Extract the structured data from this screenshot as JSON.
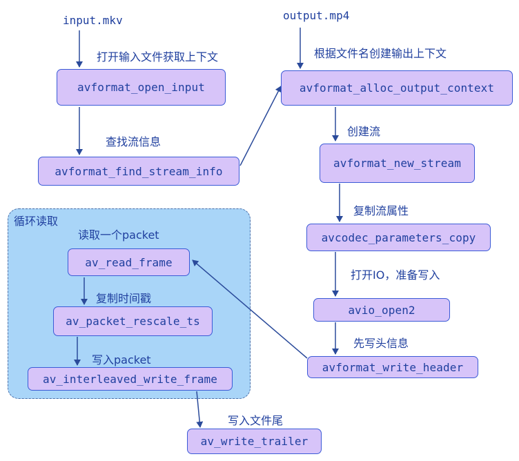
{
  "inputs": {
    "input_file": "input.mkv",
    "output_file": "output.mp4"
  },
  "group": {
    "title": "循环读取"
  },
  "nodes": {
    "open_input": "avformat_open_input",
    "find_stream_info": "avformat_find_stream_info",
    "alloc_output_context": "avformat_alloc_output_context",
    "new_stream": "avformat_new_stream",
    "parameters_copy": "avcodec_parameters_copy",
    "avio_open2": "avio_open2",
    "write_header": "avformat_write_header",
    "read_frame": "av_read_frame",
    "rescale_ts": "av_packet_rescale_ts",
    "interleaved_write_frame": "av_interleaved_write_frame",
    "write_trailer": "av_write_trailer"
  },
  "labels": {
    "open_input": "打开输入文件获取上下文",
    "find_stream_info": "查找流信息",
    "alloc_output": "根据文件名创建输出上下文",
    "new_stream": "创建流",
    "parameters_copy": "复制流属性",
    "avio_open": "打开IO，准备写入",
    "write_header": "先写头信息",
    "read_packet": "读取一个packet",
    "rescale": "复制时间戳",
    "write_packet": "写入packet",
    "write_trailer": "写入文件尾"
  },
  "colors": {
    "node_fill": "#d7c4f9",
    "node_border": "#3a5ad6",
    "group_fill": "#a9d5f8",
    "text": "#1f3f9e",
    "arrow": "#2a4a9a"
  }
}
